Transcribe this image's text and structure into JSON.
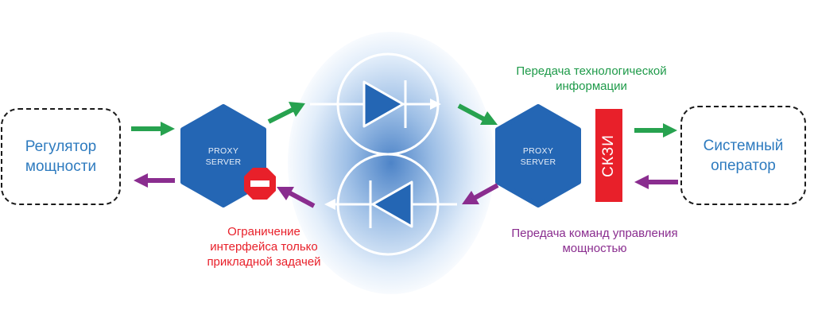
{
  "left_box": {
    "label": "Регулятор\nмощности"
  },
  "right_box": {
    "label": "Системный\nоператор"
  },
  "proxy_left": {
    "label": "PROXY\nSERVER"
  },
  "proxy_right": {
    "label": "PROXY\nSERVER"
  },
  "skzi": {
    "label": "СКЗИ"
  },
  "notes": {
    "tech_info": "Передача технологической\nинформации",
    "control_commands": "Передача команд управления\nмощностью",
    "restriction": "Ограничение\nинтерфейса только\nприкладной задачей"
  },
  "colors": {
    "green_arrow": "#27a24f",
    "purple_arrow": "#8a2d8f",
    "white_arrow": "#ffffff",
    "hexagon": "#2466b4",
    "red": "#e8202a",
    "box_text": "#2e7bbf"
  },
  "icons": [
    "diode-forward-icon",
    "diode-reverse-icon",
    "no-entry-icon"
  ]
}
